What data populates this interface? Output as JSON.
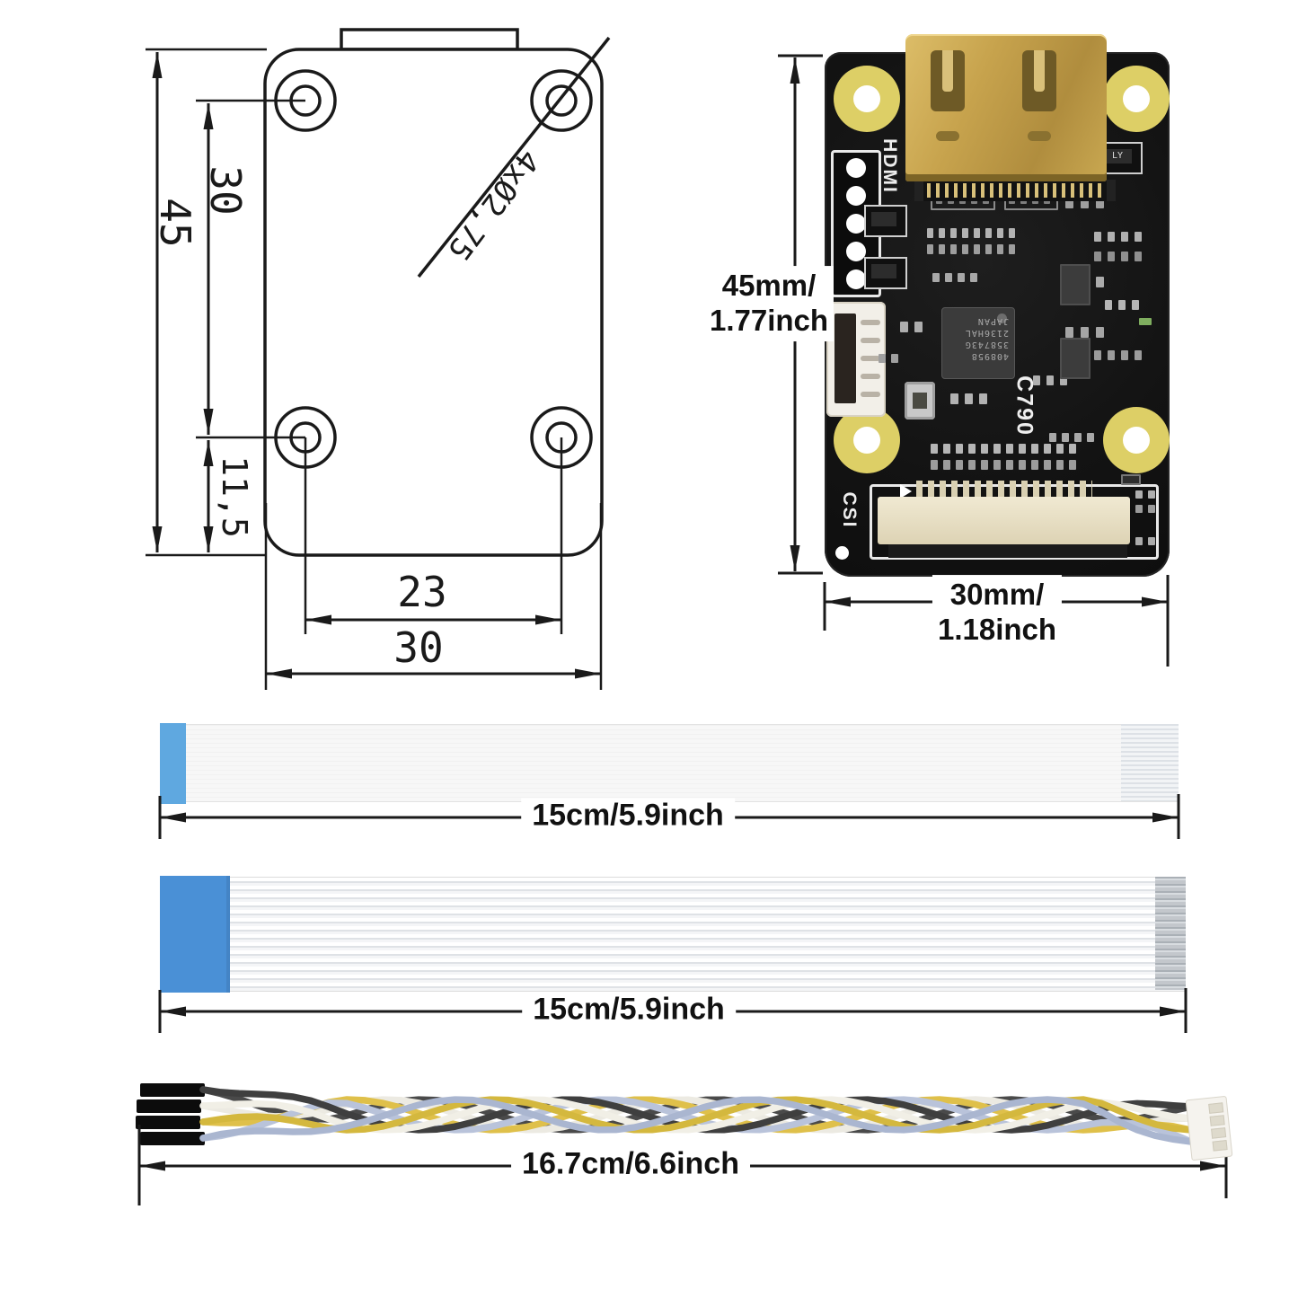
{
  "drawing": {
    "dim_total_height": "45",
    "dim_hole_spacing_v": "30",
    "dim_hole_offset_bottom": "11,5",
    "dim_hole_spacing_h": "23",
    "dim_total_width": "30",
    "dim_holes_label": "4xØ2,75"
  },
  "pcb": {
    "silkscreen": {
      "hdmi": "HDMI",
      "csi": "CSI",
      "model": "C790"
    },
    "smd_label": "LY",
    "chip": {
      "lines": [
        "408958",
        "358743G",
        "2136HAL",
        "JAPAN"
      ]
    },
    "dims": {
      "height": [
        "45mm/",
        "1.77inch"
      ],
      "width": [
        "30mm/",
        "1.18inch"
      ]
    }
  },
  "cables": [
    {
      "name": "ffc-cable-thin",
      "length_label": "15cm/5.9inch"
    },
    {
      "name": "ffc-cable-wide",
      "length_label": "15cm/5.9inch"
    },
    {
      "name": "jumper-wire-cable",
      "length_label": "16.7cm/6.6inch"
    }
  ],
  "colors": {
    "line": "#1a1a1a",
    "pcb": "#141414",
    "pad_yellow": "#ddcf66",
    "hdmi_gold": "#c9a851",
    "csi_cream": "#e8dfc4",
    "ffc_blue_light": "#5fa8e0",
    "ffc_blue": "#4a90d6",
    "wire_dark": "#4a4a4a",
    "wire_white": "#eceae2",
    "wire_yellow": "#dfc04a",
    "wire_blue": "#b9c3da"
  }
}
